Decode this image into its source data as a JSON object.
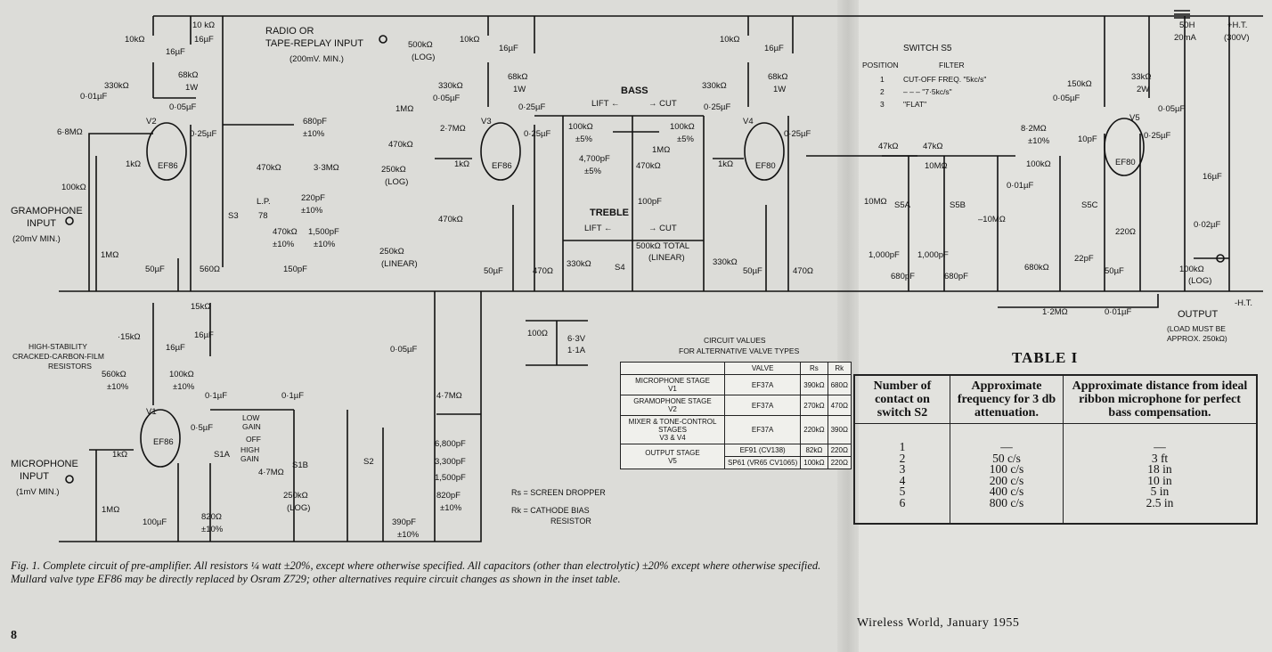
{
  "figure": {
    "caption": "Fig. 1.   Complete circuit of pre-amplifier.   All resistors ¼ watt ±20%, except where otherwise specified.   All capacitors (other than electrolytic) ±20% except where otherwise specified.   Mullard valve type EF86 may be directly replaced by Osram Z729; other alternatives require circuit changes as shown in the inset table.",
    "page_number": "8",
    "labels": {
      "radio_input": "RADIO OR",
      "tape_input": "TAPE-REPLAY INPUT",
      "radio_level": "(200mV. MIN.)",
      "gram_input": "GRAMOPHONE",
      "gram_input2": "INPUT",
      "gram_level": "(20mV MIN.)",
      "mic_input": "MICROPHONE",
      "mic_input2": "INPUT",
      "mic_level": "(1mV MIN.)",
      "bass": "BASS",
      "bass_lift": "LIFT ←",
      "bass_cut": "→ CUT",
      "treble": "TREBLE",
      "treble_lift": "LIFT ←",
      "treble_cut": "→ CUT",
      "output": "OUTPUT",
      "output_note": "(LOAD MUST BE",
      "output_note2": "APPROX. 250kΩ)",
      "ht_plus": "+H.T.",
      "ht_volts": "(300V)",
      "ht_minus": "-H.T.",
      "choke": "50H",
      "choke_current": "20mA",
      "heater_v": "6·3V",
      "heater_a": "1·1A",
      "heater_r": "100Ω",
      "hs_resistors": "HIGH-STABILITY",
      "hs_resistors2": "CRACKED-CARBON-FILM",
      "hs_resistors3": "RESISTORS",
      "low_gain": "LOW",
      "low_gain2": "GAIN",
      "off": "OFF",
      "high_gain": "HIGH",
      "high_gain2": "GAIN",
      "s1a": "S1A",
      "s1b": "S1B",
      "s2": "S2",
      "s3": "S3",
      "s4": "S4",
      "s5a": "S5A",
      "s5b": "S5B",
      "s5c": "S5C",
      "lp": "L.P.",
      "r78": "78",
      "v1": "V1",
      "v2": "V2",
      "v3": "V3",
      "v4": "V4",
      "v5": "V5",
      "ef86": "EF86",
      "ef80": "EF80"
    },
    "components": {
      "r_10k_a": "10kΩ",
      "r_10k_b": "10 kΩ",
      "c_16u_a": "16µF",
      "r_330k_a": "330kΩ",
      "c_16u_b": "16µF",
      "r_68k_a": "68kΩ",
      "w1_a": "1W",
      "c_001_a": "0·01µF",
      "c_005_a": "0·05µF",
      "r_68M": "6·8MΩ",
      "c_025_a": "0·25µF",
      "r_1k_a": "1kΩ",
      "r_100k_a": "100kΩ",
      "r_1M_a": "1MΩ",
      "c_50u_a": "50µF",
      "r_560": "560Ω",
      "c_680p": "680pF",
      "tol10_a": "±10%",
      "r_470k_a": "470kΩ",
      "r_33M": "3·3MΩ",
      "c_220p": "220pF",
      "tol10_b": "±10%",
      "r_470k_b": "470kΩ",
      "tol10_c": "±10%",
      "c_1500p": "1,500pF",
      "tol10_d": "±10%",
      "c_150p": "150pF",
      "r_250k_lin": "250kΩ",
      "lin": "(LINEAR)",
      "r_500k_log": "500kΩ",
      "log_a": "(LOG)",
      "r_1M_b": "1MΩ",
      "r_470k_c": "470kΩ",
      "r_250k_log": "250kΩ",
      "log_b": "(LOG)",
      "r_470k_d": "470kΩ",
      "r_10k_c": "10kΩ",
      "r_330k_b": "330kΩ",
      "c_005_b": "0·05µF",
      "r_27M": "2·7MΩ",
      "r_1k_b": "1kΩ",
      "r_68k_b": "68kΩ",
      "w1_b": "1W",
      "c_16u_c": "16µF",
      "c_025_b": "0·25µF",
      "c_025_c": "0·25µF",
      "c_50u_b": "50µF",
      "r_470_a": "470Ω",
      "r_330k_c": "330kΩ",
      "r_100k_b": "100kΩ",
      "tol5_a": "±5%",
      "c_4700p": "4,700pF",
      "tol5_b": "±5%",
      "r_1M_c": "1MΩ",
      "r_470k_e": "470kΩ",
      "r_100k_c": "100kΩ",
      "tol5_c": "±5%",
      "c_100p": "100pF",
      "r_500k_total": "500kΩ TOTAL",
      "lin_b": "(LINEAR)",
      "r_10k_d": "10kΩ",
      "r_330k_d": "330kΩ",
      "c_025_d": "0·25µF",
      "c_16u_d": "16µF",
      "r_68k_c": "68kΩ",
      "w1_c": "1W",
      "c_025_e": "0·25µF",
      "r_1k_c": "1kΩ",
      "r_330k_e": "330kΩ",
      "c_50u_c": "50µF",
      "r_470_b": "470Ω",
      "r_47k_a": "47kΩ",
      "r_47k_b": "47kΩ",
      "r_10M_a": "10MΩ",
      "r_10M_b": "10MΩ",
      "r_10M_c": "–10MΩ",
      "c_1000p_a": "1,000pF",
      "c_1000p_b": "1,000pF",
      "c_680p_b": "680pF",
      "c_680p_c": "680pF",
      "c_001_b": "0·01µF",
      "r_82M": "8·2MΩ",
      "tol10_e": "±10%",
      "r_100k_d": "100kΩ",
      "c_10p": "10pF",
      "r_680k": "680kΩ",
      "c_22p": "22pF",
      "r_12M": "1·2MΩ",
      "c_001_c": "0·01µF",
      "r_150k": "150kΩ",
      "c_005_c": "0·05µF",
      "r_33k": "33kΩ",
      "w2": "2W",
      "c_005_d": "0·05µF",
      "c_025_f": "0·25µF",
      "c_16u_e": "16µF",
      "r_220": "220Ω",
      "c_50u_d": "50µF",
      "c_002": "0·02µF",
      "r_100k_log": "100kΩ",
      "log_c": "(LOG)",
      "r_15k_a": "15kΩ",
      "r_15k_b": "·15kΩ",
      "c_16u_f": "16µF",
      "c_16u_g": "16µF",
      "r_560k": "560kΩ",
      "tol10_f": "±10%",
      "r_100k_e": "100kΩ",
      "tol10_g": "±10%",
      "c_01u": "0·1µF",
      "c_05u": "0·5µF",
      "c_01u_b": "0·1µF",
      "r_1k_d": "1kΩ",
      "r_1M_d": "1MΩ",
      "r_47M": "4·7MΩ",
      "r_250k_log_b": "250kΩ",
      "log_d": "(LOG)",
      "c_100u": "100µF",
      "r_820": "820Ω",
      "tol10_h": "±10%",
      "c_005_e": "0·05µF",
      "r_47M_b": "4·7MΩ",
      "c_6800p": "6,800pF",
      "c_3300p": "3,300pF",
      "c_1500p_b": "1,500pF",
      "c_820p": "820pF",
      "tol10_i": "±10%",
      "c_390p": "390pF",
      "tol10_j": "±10%",
      "rs_note": "Rs = SCREEN DROPPER",
      "rk_note": "Rk = CATHODE BIAS",
      "rk_note2": "RESISTOR"
    },
    "switch_s5": {
      "title": "SWITCH S5",
      "header_position": "POSITION",
      "header_filter": "FILTER",
      "rows": [
        {
          "pos": "1",
          "filter": "CUT-OFF FREQ. \"5kc/s\""
        },
        {
          "pos": "2",
          "filter": "–   –   –   \"7·5kc/s\""
        },
        {
          "pos": "3",
          "filter": "\"FLAT\""
        }
      ]
    },
    "valve_table": {
      "title": "CIRCUIT VALUES",
      "subtitle": "FOR ALTERNATIVE VALVE TYPES",
      "headers": [
        "",
        "VALVE",
        "Rs",
        "Rk"
      ],
      "rows": [
        {
          "stage": "MICROPHONE STAGE",
          "valve_ref": "V1",
          "valve": "EF37A",
          "rs": "390kΩ",
          "rk": "680Ω"
        },
        {
          "stage": "GRAMOPHONE STAGE",
          "valve_ref": "V2",
          "valve": "EF37A",
          "rs": "270kΩ",
          "rk": "470Ω"
        },
        {
          "stage": "MIXER & TONE-CONTROL STAGES",
          "valve_ref": "V3 & V4",
          "valve": "EF37A",
          "rs": "220kΩ",
          "rk": "390Ω"
        },
        {
          "stage": "OUTPUT STAGE",
          "valve_ref": "V5",
          "valve": "EF91 (CV138)",
          "rs": "82kΩ",
          "rk": "220Ω"
        },
        {
          "stage": "",
          "valve_ref": "",
          "valve": "SP61 (VR65 CV1065)",
          "rs": "100kΩ",
          "rk": "220Ω"
        }
      ]
    }
  },
  "table1": {
    "title": "TABLE I",
    "headers": [
      "Number of contact on switch S2",
      "Approximate frequency for 3 db attenuation.",
      "Approximate distance from ideal ribbon microphone for perfect bass compensation."
    ],
    "rows": [
      [
        "1",
        "—",
        "—"
      ],
      [
        "2",
        "50 c/s",
        "3 ft"
      ],
      [
        "3",
        "100 c/s",
        "18 in"
      ],
      [
        "4",
        "200 c/s",
        "10 in"
      ],
      [
        "5",
        "400 c/s",
        "5 in"
      ],
      [
        "6",
        "800 c/s",
        "2.5 in"
      ]
    ]
  },
  "footer": {
    "journal": "Wireless World, January 1955"
  }
}
